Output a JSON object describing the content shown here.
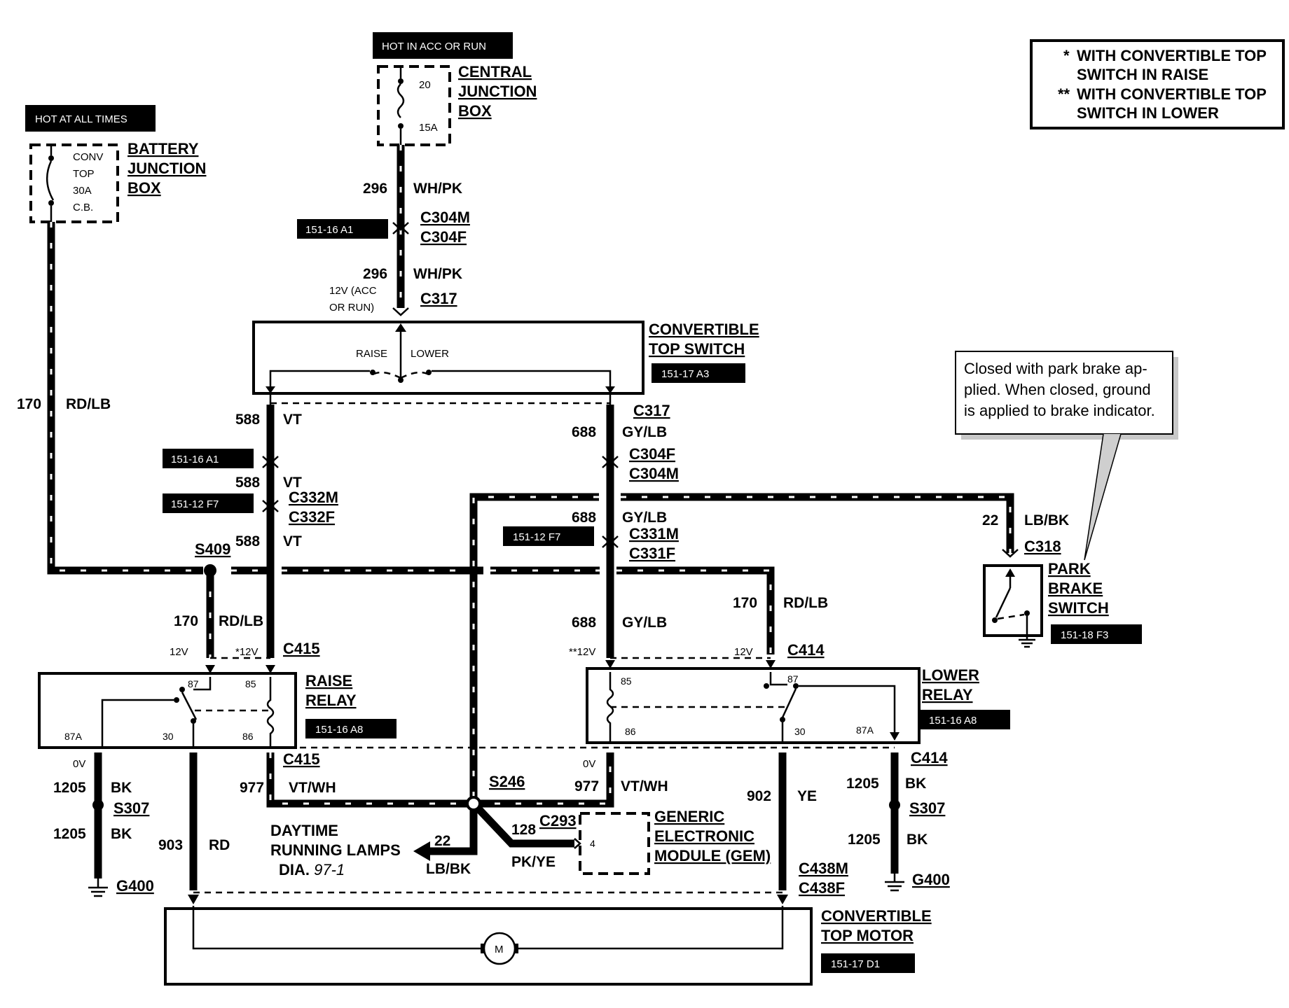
{
  "power_sources": {
    "battery_hot": "HOT AT ALL TIMES",
    "acc_run_hot": "HOT IN ACC OR RUN"
  },
  "legend": {
    "line1_marker": "*",
    "line1a": "WITH CONVERTIBLE TOP",
    "line1b": "SWITCH IN RAISE",
    "line2_marker": "**",
    "line2a": "WITH CONVERTIBLE TOP",
    "line2b": "SWITCH IN LOWER"
  },
  "battery_junction_box": {
    "name1": "BATTERY",
    "name2": "JUNCTION",
    "name3": "BOX",
    "fuse_l1": "CONV",
    "fuse_l2": "TOP",
    "fuse_l3": "30A",
    "fuse_l4": "C.B."
  },
  "central_junction_box": {
    "name1": "CENTRAL",
    "name2": "JUNCTION",
    "name3": "BOX",
    "fuse_num": "20",
    "fuse_rating": "15A"
  },
  "wires": {
    "w296_a": "296",
    "w296_a_color": "WH/PK",
    "w296_b": "296",
    "w296_b_color": "WH/PK",
    "w170_a": "170",
    "w170_a_color": "RD/LB",
    "w588_a": "588",
    "w588_a_color": "VT",
    "w588_b": "588",
    "w588_b_color": "VT",
    "w588_c": "588",
    "w588_c_color": "VT",
    "w688_a": "688",
    "w688_a_color": "GY/LB",
    "w688_b": "688",
    "w688_b_color": "GY/LB",
    "w688_c": "688",
    "w688_c_color": "GY/LB",
    "w170_b": "170",
    "w170_b_color": "RD/LB",
    "w170_c": "170",
    "w170_c_color": "RD/LB",
    "w22_a": "22",
    "w22_a_color": "LB/BK",
    "w977_a": "977",
    "w977_a_color": "VT/WH",
    "w977_b": "977",
    "w977_b_color": "VT/WH",
    "w1205_a": "1205",
    "w1205_a_color": "BK",
    "w1205_b": "1205",
    "w1205_b_color": "BK",
    "w1205_c": "1205",
    "w1205_c_color": "BK",
    "w1205_d": "1205",
    "w1205_d_color": "BK",
    "w903": "903",
    "w903_color": "RD",
    "w902": "902",
    "w902_color": "YE",
    "w22_b": "22",
    "w22_b_color": "LB/BK",
    "w128": "128",
    "w128_color": "PK/YE"
  },
  "connectors": {
    "c304m_a": "C304M",
    "c304f_a": "C304F",
    "c317_a": "C317",
    "c317_b": "C317",
    "c304f_b": "C304F",
    "c304m_b": "C304M",
    "c332m": "C332M",
    "c332f": "C332F",
    "c331m": "C331M",
    "c331f": "C331F",
    "c318": "C318",
    "c415_a": "C415",
    "c415_b": "C415",
    "c414_a": "C414",
    "c414_b": "C414",
    "c293": "C293",
    "c438m": "C438M",
    "c438f": "C438F"
  },
  "splices": {
    "s409": "S409",
    "s246": "S246",
    "s307_a": "S307",
    "s307_b": "S307"
  },
  "grounds": {
    "g400_a": "G400",
    "g400_b": "G400"
  },
  "refs": {
    "r_151_16_a1_a": "151-16 A1",
    "r_151_17_a3": "151-17 A3",
    "r_151_16_a1_b": "151-16 A1",
    "r_151_12_f7_a": "151-12 F7",
    "r_151_12_f7_b": "151-12 F7",
    "r_151_18_f3": "151-18 F3",
    "r_151_16_a8_a": "151-16 A8",
    "r_151_16_a8_b": "151-16 A8",
    "r_151_17_d1": "151-17 D1"
  },
  "convertible_top_switch": {
    "name1": "CONVERTIBLE",
    "name2": "TOP SWITCH",
    "raise": "RAISE",
    "lower": "LOWER",
    "voltage1": "12V (ACC",
    "voltage2": "OR RUN)"
  },
  "raise_relay": {
    "name1": "RAISE",
    "name2": "RELAY",
    "p87": "87",
    "p85": "85",
    "p87a": "87A",
    "p30": "30",
    "p86": "86",
    "v_left": "12V",
    "v_right": "*12V",
    "v_bottom": "0V"
  },
  "lower_relay": {
    "name1": "LOWER",
    "name2": "RELAY",
    "p85": "85",
    "p87": "87",
    "p86": "86",
    "p30": "30",
    "p87a": "87A",
    "v_left": "**12V",
    "v_right": "12V",
    "v_bottom": "0V"
  },
  "park_brake_switch": {
    "name1": "PARK",
    "name2": "BRAKE",
    "name3": "SWITCH",
    "note1": "Closed with park brake ap-",
    "note2": "plied.  When closed, ground",
    "note3": "is applied to brake indicator."
  },
  "gem": {
    "name1": "GENERIC",
    "name2": "ELECTRONIC",
    "name3": "MODULE (GEM)",
    "pin": "4"
  },
  "drl": {
    "line1": "DAYTIME",
    "line2": "RUNNING LAMPS",
    "line3a": "DIA. ",
    "line3b": "97-1"
  },
  "motor": {
    "name1": "CONVERTIBLE",
    "name2": "TOP MOTOR",
    "symbol": "M"
  }
}
